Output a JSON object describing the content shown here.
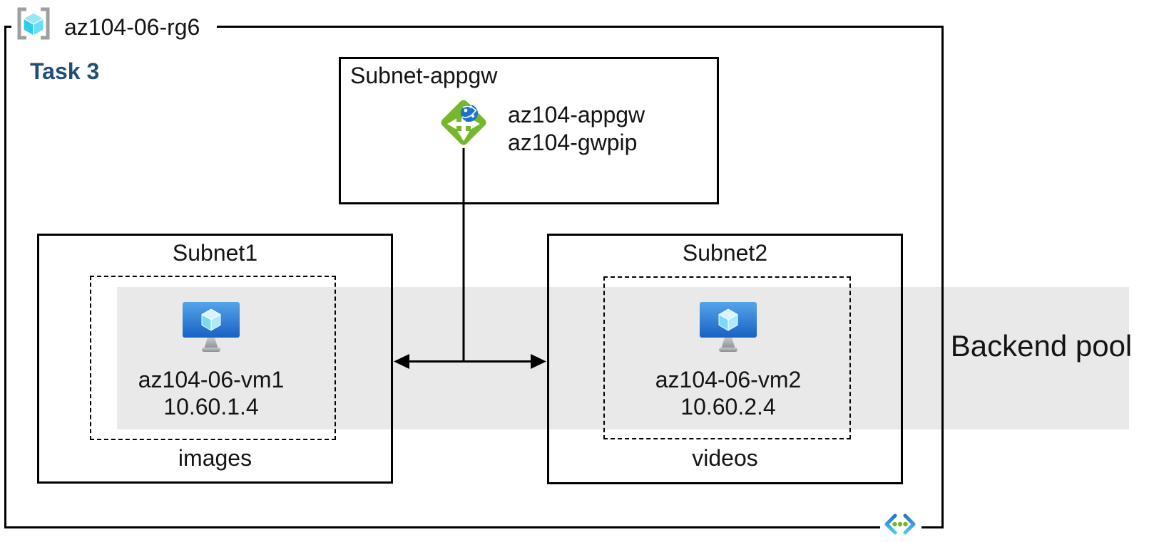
{
  "diagram": {
    "resource_group": "az104-06-rg6",
    "task": "Task 3",
    "appgw_subnet": {
      "title": "Subnet-appgw",
      "gateway_name": "az104-appgw",
      "gateway_ip_name": "az104-gwpip"
    },
    "subnet1": {
      "title": "Subnet1",
      "vm_name": "az104-06-vm1",
      "vm_ip": "10.60.1.4",
      "caption": "images"
    },
    "subnet2": {
      "title": "Subnet2",
      "vm_name": "az104-06-vm2",
      "vm_ip": "10.60.2.4",
      "caption": "videos"
    },
    "backend_pool_label": "Backend pool",
    "icons": {
      "resource_group": "resource-group-icon",
      "application_gateway": "application-gateway-icon",
      "virtual_machine": "virtual-machine-icon",
      "virtual_network": "virtual-network-icon"
    },
    "colors": {
      "task_text": "#1f4e79",
      "backend_band": "#e9e9e9",
      "appgw_green": "#76b82a",
      "globe_blue": "#1c73c9",
      "vm_screen_top": "#55a4e9",
      "vm_screen_bottom": "#1961c4",
      "cube_cyan": "#2ecbeb",
      "vnet_gradient_top": "#2a70c8",
      "vnet_gradient_bottom": "#4ec9f5",
      "line_color": "#000000"
    }
  }
}
